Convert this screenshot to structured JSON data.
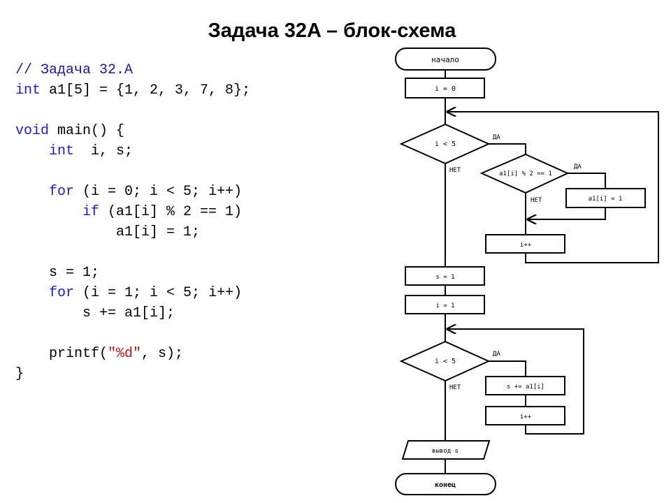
{
  "slide": {
    "title": "Задача 32A – блок-схема"
  },
  "code": {
    "lines": [
      [
        {
          "t": "// Задача 32.A",
          "c": "code-comment"
        }
      ],
      [
        {
          "t": "int",
          "c": "kw"
        },
        {
          "t": " a1[5] = {1, 2, 3, 7, 8};",
          "c": "plain"
        }
      ],
      [],
      [
        {
          "t": "void",
          "c": "kw"
        },
        {
          "t": " main() {",
          "c": "plain"
        }
      ],
      [
        {
          "t": "    ",
          "c": "plain"
        },
        {
          "t": "int",
          "c": "kw"
        },
        {
          "t": "  i, s;",
          "c": "plain"
        }
      ],
      [],
      [
        {
          "t": "    ",
          "c": "plain"
        },
        {
          "t": "for",
          "c": "kw"
        },
        {
          "t": " (i = 0; i < 5; i++)",
          "c": "plain"
        }
      ],
      [
        {
          "t": "        ",
          "c": "plain"
        },
        {
          "t": "if",
          "c": "kw"
        },
        {
          "t": " (a1[i] % 2 == 1)",
          "c": "plain"
        }
      ],
      [
        {
          "t": "            a1[i] = 1;",
          "c": "plain"
        }
      ],
      [],
      [
        {
          "t": "    s = 1;",
          "c": "plain"
        }
      ],
      [
        {
          "t": "    ",
          "c": "plain"
        },
        {
          "t": "for",
          "c": "kw"
        },
        {
          "t": " (i = 1; i < 5; i++)",
          "c": "plain"
        }
      ],
      [
        {
          "t": "        s += a1[i];",
          "c": "plain"
        }
      ],
      [],
      [
        {
          "t": "    printf(",
          "c": "plain"
        },
        {
          "t": "\"%d\"",
          "c": "str"
        },
        {
          "t": ", s);",
          "c": "plain"
        }
      ],
      [
        {
          "t": "}",
          "c": "plain"
        }
      ]
    ]
  },
  "flowchart": {
    "start": "начало",
    "init_i0": "i = 0",
    "cond1": "i < 5",
    "cond1_yes": "ДА",
    "cond1_no": "НЕТ",
    "cond2": "a1[i] % 2 == 1",
    "cond2_yes": "ДА",
    "cond2_no": "НЕТ",
    "assign_a1": "a1[i] = 1",
    "inc1": "i++",
    "init_s": "s = 1",
    "init_i1": "i = 1",
    "cond3": "i < 5",
    "cond3_yes": "ДА",
    "cond3_no": "НЕТ",
    "accumulate": "s += a1[i]",
    "inc2": "i++",
    "output": "вывод s",
    "end": "конец"
  }
}
